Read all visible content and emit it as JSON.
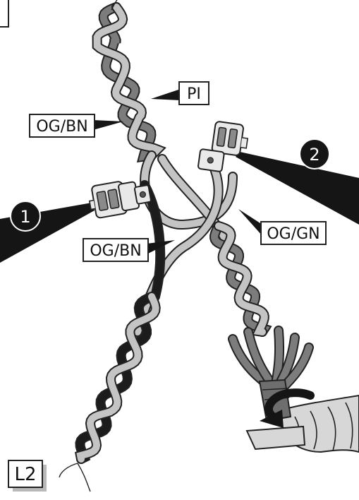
{
  "labels": {
    "pi": "PI",
    "og_bn_top": "OG/BN",
    "og_bn_mid": "OG/BN",
    "og_gn": "OG/GN",
    "corner": "L2"
  },
  "callouts": {
    "one": "1",
    "two": "2"
  },
  "colors": {
    "light_wire": "#c4c4c4",
    "mid_wire": "#7c7c7c",
    "dark_wire": "#1c1c1c",
    "outline": "#222222",
    "callout_fill": "#151515",
    "sleeve": "#d7d7d7"
  }
}
